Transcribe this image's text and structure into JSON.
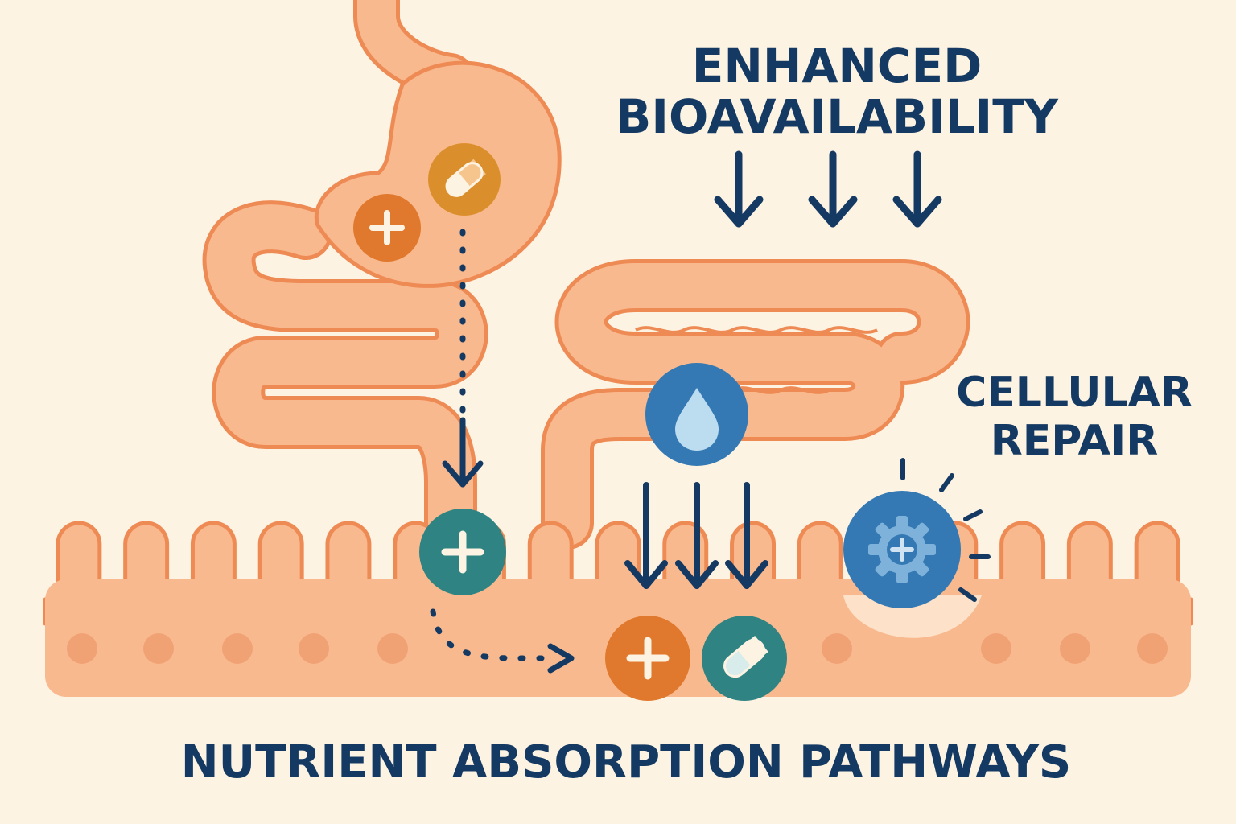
{
  "headline": {
    "line1": "ENHANCED",
    "line2": "BIOAVAILABILITY"
  },
  "side_label": {
    "line1": "CELLULAR",
    "line2": "REPAIR"
  },
  "title": "NUTRIENT ABSORPTION PATHWAYS",
  "icons": {
    "stomach_plus": "plus-icon",
    "stomach_capsule": "capsule-icon",
    "entry_plus": "plus-icon",
    "water_drop": "water-drop-icon",
    "cellular_gear": "gear-plus-icon",
    "absorbed_plus": "plus-icon",
    "absorbed_capsule": "capsule-icon"
  },
  "colors": {
    "background": "#fdf3e3",
    "tissue_fill": "#f9b98e",
    "tissue_outline": "#ee8b55",
    "navy": "#143a63",
    "orange": "#e0792d",
    "amber": "#db8f2c",
    "teal": "#2f8383",
    "blue": "#3479b3"
  }
}
